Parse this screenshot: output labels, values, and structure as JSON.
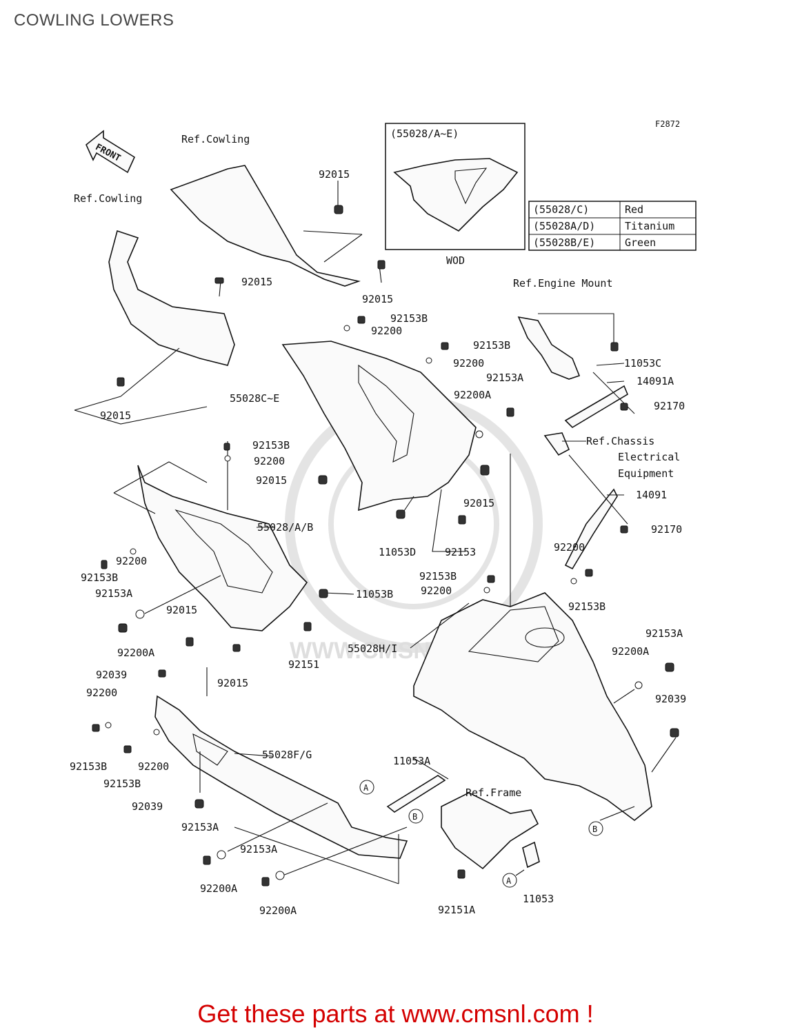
{
  "page": {
    "title": "COWLING LOWERS",
    "footer": "Get these parts at www.cmsnl.com !"
  },
  "diagram": {
    "figure_code": "F2872",
    "inset_header": "(55028/A~E)",
    "inset_label": "WOD",
    "color_table": [
      {
        "code": "(55028/C)",
        "color": "Red"
      },
      {
        "code": "(55028A/D)",
        "color": "Titanium"
      },
      {
        "code": "(55028B/E)",
        "color": "Green"
      }
    ],
    "front_label": "FRONT",
    "watermark_url": "WWW.CMSNL.COM",
    "callouts": {
      "ref_cowling_top": "Ref.Cowling",
      "ref_cowling_left": "Ref.Cowling",
      "ref_engine_mount": "Ref.Engine Mount",
      "ref_chassis_1": "Ref.Chassis",
      "ref_chassis_2": "Electrical",
      "ref_chassis_3": "Equipment",
      "ref_frame": "Ref.Frame",
      "p92015_a": "92015",
      "p92015_b": "92015",
      "p92015_c": "92015",
      "p92015_d": "92015",
      "p92015_e": "92015",
      "p92015_f": "92015",
      "p92015_g": "92015",
      "p92153b_a": "92153B",
      "p92153b_b": "92153B",
      "p92153b_c": "92153B",
      "p92153b_d": "92153B",
      "p92153b_e": "92153B",
      "p92153b_f": "92153B",
      "p92153b_g": "92153B",
      "p92153b_h": "92153B",
      "p92200_a": "92200",
      "p92200_b": "92200",
      "p92200_c": "92200",
      "p92200_d": "92200",
      "p92200_e": "92200",
      "p92200_f": "92200",
      "p92200_g": "92200",
      "p92200_h": "92200",
      "p92153a_a": "92153A",
      "p92153a_b": "92153A",
      "p92153a_c": "92153A",
      "p92153a_d": "92153A",
      "p92153a_e": "92153A",
      "p92200a_a": "92200A",
      "p92200a_b": "92200A",
      "p92200a_c": "92200A",
      "p92200a_d": "92200A",
      "p92200a_e": "92200A",
      "p55028ce": "55028C~E",
      "p55028ab": "55028/A/B",
      "p55028hi": "55028H/I",
      "p55028fg": "55028F/G",
      "p11053c": "11053C",
      "p14091a": "14091A",
      "p92170_a": "92170",
      "p92170_b": "92170",
      "p14091": "14091",
      "p11053d": "11053D",
      "p92153": "92153",
      "p11053b": "11053B",
      "p92151": "92151",
      "p92039_a": "92039",
      "p92039_b": "92039",
      "p92039_c": "92039",
      "p11053a": "11053A",
      "p11053": "11053",
      "p92151a": "92151A",
      "marker_a1": "A",
      "marker_a2": "A",
      "marker_b1": "B",
      "marker_b2": "B"
    }
  }
}
